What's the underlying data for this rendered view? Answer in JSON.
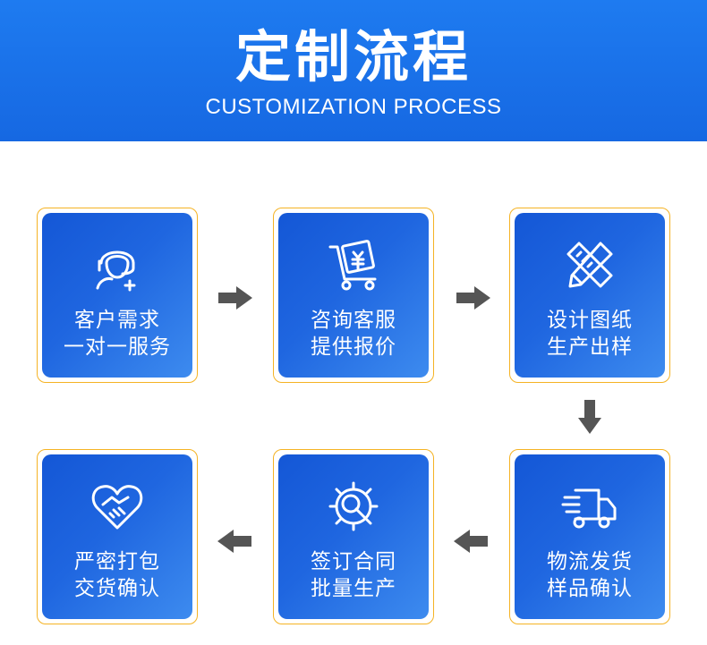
{
  "header": {
    "title": "定制流程",
    "subtitle": "CUSTOMIZATION PROCESS"
  },
  "steps": [
    {
      "icon": "customer-service-icon",
      "line1": "客户需求",
      "line2": "一对一服务"
    },
    {
      "icon": "quotation-cart-icon",
      "line1": "咨询客服",
      "line2": "提供报价"
    },
    {
      "icon": "design-ruler-pencil-icon",
      "line1": "设计图纸",
      "line2": "生产出样"
    },
    {
      "icon": "delivery-truck-icon",
      "line1": "物流发货",
      "line2": "样品确认"
    },
    {
      "icon": "gear-search-icon",
      "line1": "签订合同",
      "line2": "批量生产"
    },
    {
      "icon": "heart-handshake-icon",
      "line1": "严密打包",
      "line2": "交货确认"
    }
  ],
  "colors": {
    "banner": "#1668e2",
    "card_gradient_start": "#1457d6",
    "card_gradient_end": "#3d8bef",
    "card_border": "#f5b324",
    "arrow": "#555555"
  }
}
